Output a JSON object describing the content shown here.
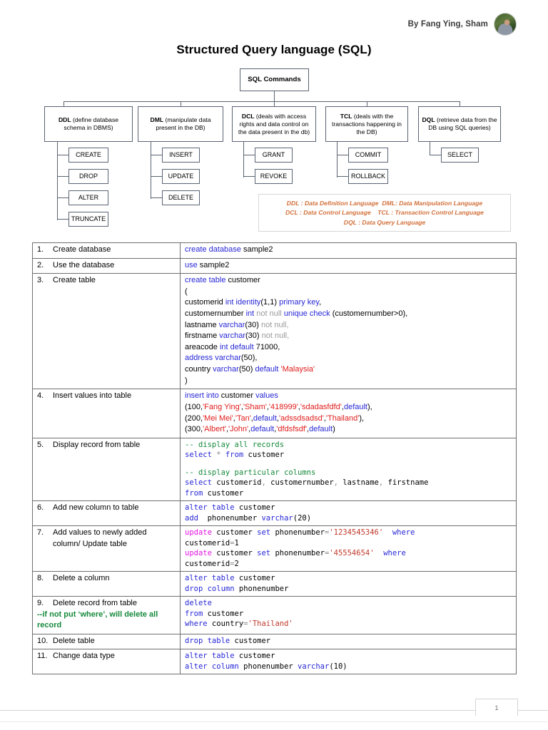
{
  "header": {
    "byline": "By Fang Ying, Sham",
    "avatar": "author-avatar",
    "title": "Structured Query language (SQL)"
  },
  "diagram": {
    "root": {
      "label": "SQL Commands"
    },
    "categories": [
      {
        "code": "DDL",
        "desc": " (define database schema in DBMS)",
        "children": [
          "CREATE",
          "DROP",
          "ALTER",
          "TRUNCATE"
        ]
      },
      {
        "code": "DML",
        "desc": " (manipulate data present in the DB)",
        "children": [
          "INSERT",
          "UPDATE",
          "DELETE"
        ]
      },
      {
        "code": "DCL",
        "desc": " (deals with access rights and data control on the data present in the db)",
        "children": [
          "GRANT",
          "REVOKE"
        ]
      },
      {
        "code": "TCL",
        "desc": " (deals with the transactions happening in the DB)",
        "children": [
          "COMMIT",
          "ROLLBACK"
        ]
      },
      {
        "code": "DQL",
        "desc": " (retrieve data from the DB using SQL queries)",
        "children": [
          "SELECT"
        ]
      }
    ],
    "legend": {
      "row1_left": "DDL : Data Definition Language",
      "row1_right": "DML: Data Manipulation Language",
      "row2_left": "DCL : Data Control Language",
      "row2_right": "TCL : Transaction Control Language",
      "row3": "DQL : Data Query Language"
    }
  },
  "table": {
    "rows": [
      {
        "num": "1.",
        "desc": "Create database"
      },
      {
        "num": "2.",
        "desc": "Use the database"
      },
      {
        "num": "3.",
        "desc": "Create table"
      },
      {
        "num": "4.",
        "desc": "Insert values into table"
      },
      {
        "num": "5.",
        "desc": "Display record from table"
      },
      {
        "num": "6.",
        "desc": "Add new column to table"
      },
      {
        "num": "7.",
        "desc": "Add values to newly added column/ Update table"
      },
      {
        "num": "8.",
        "desc": "Delete a column"
      },
      {
        "num": "9.",
        "desc": "Delete record from table",
        "note": "--if not put ‘where’, will delete all record"
      },
      {
        "num": "10.",
        "desc": "Delete table"
      },
      {
        "num": "11.",
        "desc": "Change data type"
      }
    ],
    "code": {
      "r1": "create database sample2",
      "r2": "use sample2",
      "r3": [
        "create table customer",
        "(",
        "customerid int identity(1,1) primary key,",
        "customernumber int not null unique check (customernumber>0),",
        "lastname varchar(30) not null,",
        "firstname varchar(30) not null,",
        "areacode int default 71000,",
        "address varchar(50),",
        "country varchar(50) default 'Malaysia'",
        ")"
      ],
      "r4": [
        "insert into customer values",
        "(100,'Fang Ying','Sham','418999','sdadasfdfd',default),",
        "(200,'Mei Mei','Tan',default,'adssdsadsd','Thailand'),",
        "(300,'Albert','John',default,'dfdsfsdf',default)"
      ],
      "r5": [
        "-- display all records",
        "select * from customer",
        "",
        "-- display particular columns",
        "select customerid, customernumber, lastname, firstname",
        "from customer"
      ],
      "r6": [
        "alter table customer",
        "add  phonenumber varchar(20)"
      ],
      "r7": [
        "update customer set phonenumber='1234545346'  where",
        "customerid=1",
        "update customer set phonenumber='45554654'  where",
        "customerid=2"
      ],
      "r8": [
        "alter table customer",
        "drop column phonenumber"
      ],
      "r9": [
        "delete",
        "from customer",
        "where country='Thailand'"
      ],
      "r10": [
        "drop table customer"
      ],
      "r11": [
        "alter table customer",
        "alter column phonenumber varchar(10)"
      ]
    }
  },
  "footer": {
    "page_number": "1"
  },
  "colors": {
    "keyword_blue": "#2727d6",
    "string_red": "#e01b1b",
    "comment_green": "#15893b",
    "update_magenta": "#e313e3",
    "legend_orange": "#d2703a",
    "box_border": "#5a6472"
  }
}
